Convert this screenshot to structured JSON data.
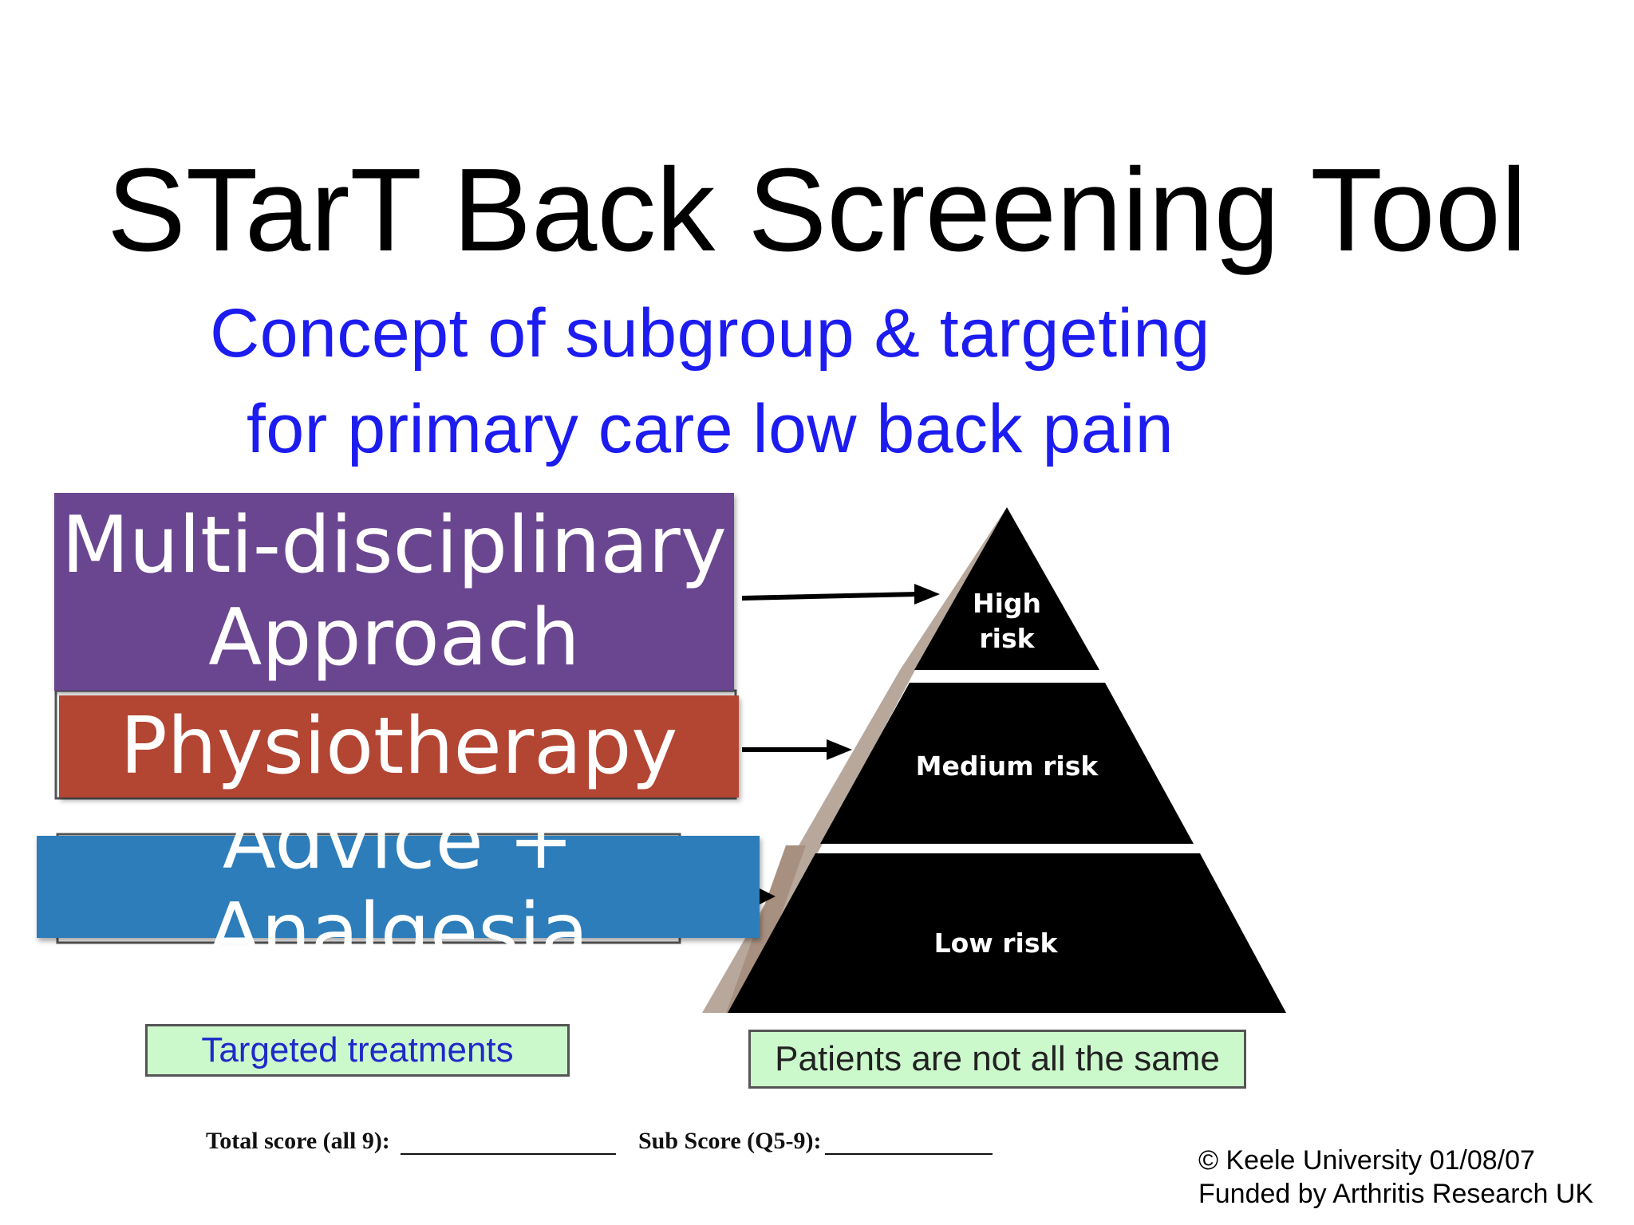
{
  "slide": {
    "title": "STarT Back Screening Tool",
    "subtitle_line1": "Concept of subgroup & targeting",
    "subtitle_line2": "for primary care low back pain"
  },
  "treatments": {
    "multi_line1": "Multi-disciplinary",
    "multi_line2": "Approach",
    "physio": "Physiotherapy",
    "advice": "Advice + Analgesia"
  },
  "pyramid": {
    "high_line1": "High",
    "high_line2": "risk",
    "medium": "Medium risk",
    "low": "Low risk"
  },
  "captions": {
    "targeted": "Targeted treatments",
    "patients": "Patients are not all the same"
  },
  "scores": {
    "total": "Total score (all 9):",
    "sub": "Sub Score (Q5-9):"
  },
  "footer": {
    "copyright": "© Keele University 01/08/07",
    "funded": "Funded by Arthritis Research UK"
  },
  "colors": {
    "multi": "#6b4690",
    "physio": "#b34533",
    "advice": "#2c7dba",
    "subtitle": "#1c1cf0",
    "caption_box": "#ccf9cc"
  }
}
